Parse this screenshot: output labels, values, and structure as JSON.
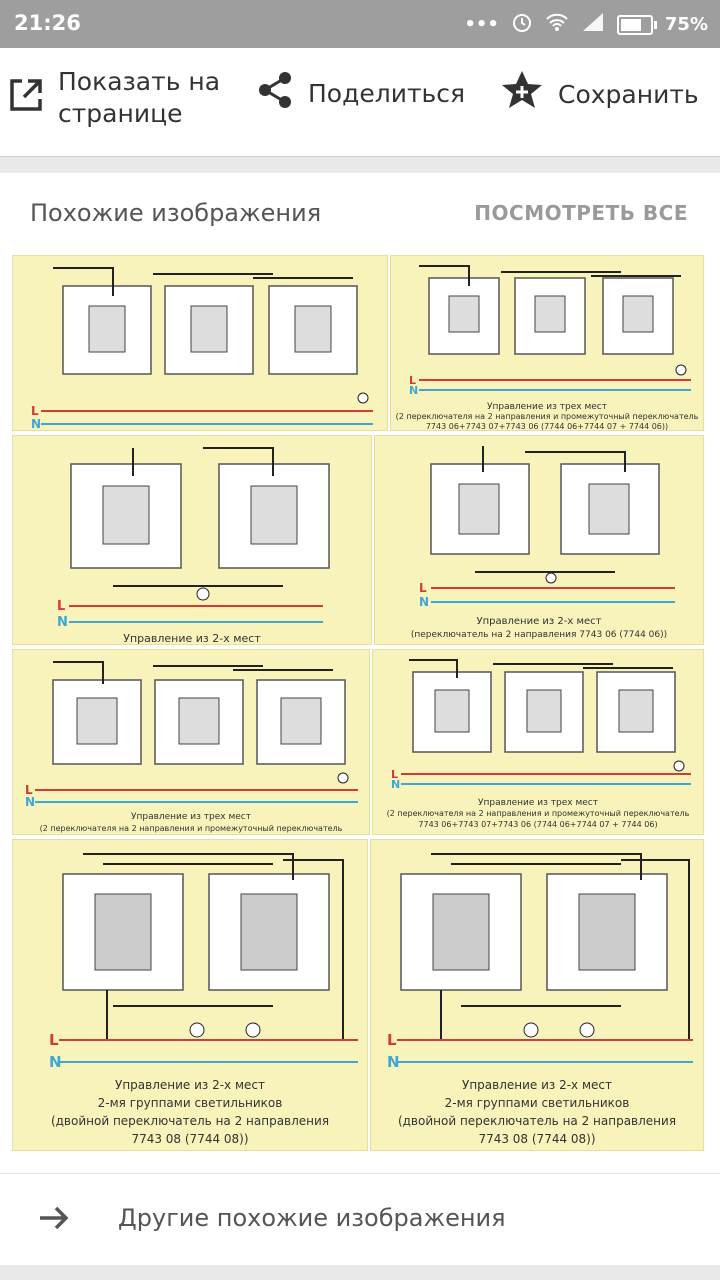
{
  "status": {
    "time": "21:26",
    "battery": "75%"
  },
  "actions": {
    "open_line1": "Показать на",
    "open_line2": "странице",
    "share": "Поделиться",
    "save": "Сохранить"
  },
  "similar": {
    "title": "Похожие изображения",
    "see_all": "ПОСМОТРЕТЬ ВСЕ"
  },
  "thumbs": {
    "t2": {
      "line1": "Управление из трех мест",
      "line2": "(2 переключателя на 2 направления и промежуточный переключатель",
      "line3": "7743 06+7743 07+7743 06 (7744 06+7744 07 + 7744 06))"
    },
    "t3": {
      "line1": "Управление из 2-х мест"
    },
    "t4": {
      "line1": "Управление из 2-х мест",
      "line2": "(переключатель на 2 направления 7743 06 (7744 06))"
    },
    "t5": {
      "line1": "Управление из трех мест",
      "line2": "(2 переключателя на 2 направления и промежуточный переключатель"
    },
    "t6": {
      "line1": "Управление из трех мест",
      "line2": "(2 переключателя на 2 направления и промежуточный переключатель",
      "line3": "7743 06+7743 07+7743 06 (7744 06+7744 07 + 7744 06)"
    },
    "t7": {
      "line1": "Управление из 2-х мест",
      "line2": "2-мя группами светильников",
      "line3": "(двойной переключатель на 2 направления",
      "line4": "7743 08 (7744 08))"
    },
    "t8": {
      "line1": "Управление из 2-х мест",
      "line2": "2-мя группами светильников",
      "line3": "(двойной переключатель на 2 направления",
      "line4": "7743 08 (7744 08))"
    }
  },
  "labels": {
    "L": "L",
    "N": "N"
  },
  "more": {
    "label": "Другие похожие изображения"
  },
  "colors": {
    "line_L": "#d23b3b",
    "line_N": "#3fa6d9",
    "thumb_bg": "#f7f3ba"
  }
}
